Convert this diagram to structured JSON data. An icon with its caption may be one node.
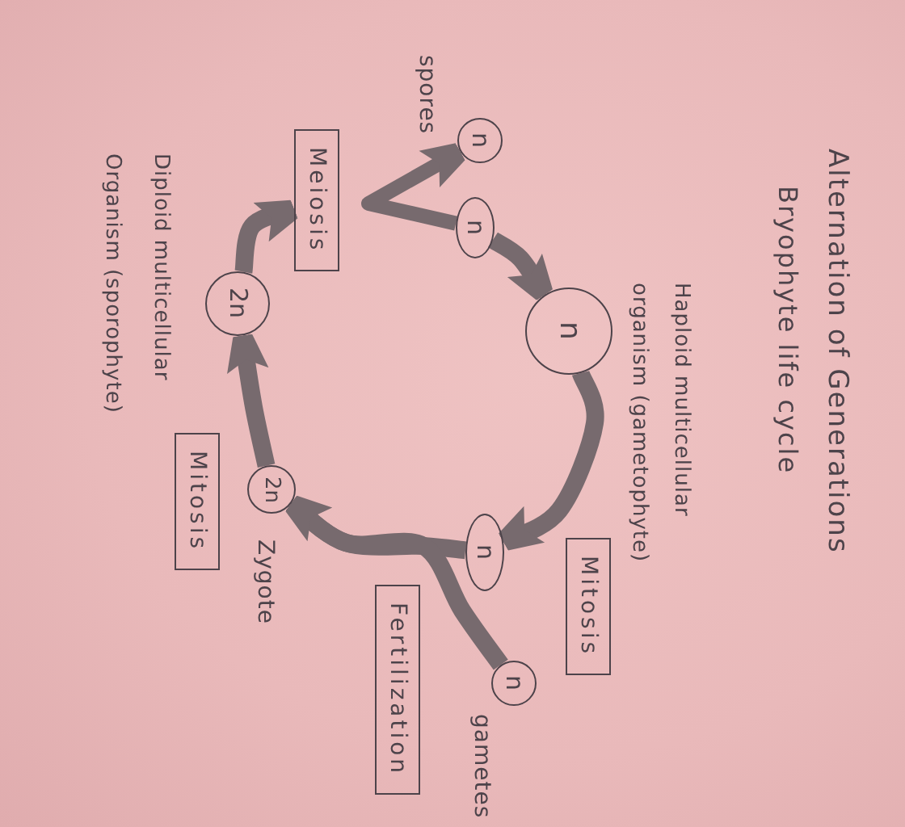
{
  "diagram": {
    "title": "Alternation of Generations",
    "nodes": [
      {
        "text": [
          "n"
        ],
        "beside": [
          "spores"
        ]
      },
      {
        "text": [
          "n"
        ]
      },
      {
        "text": [
          "n"
        ],
        "beside": [
          "Haploid multicellular organism (gametophyte)"
        ]
      },
      {
        "text": [
          "Mitosis"
        ]
      },
      {
        "text": [
          "n"
        ]
      },
      {
        "text": [
          "n"
        ],
        "beside": [
          "gametes"
        ]
      },
      {
        "text": [
          "Fertilization"
        ]
      },
      {
        "text": [
          "2n"
        ],
        "beside": [
          "Zygote"
        ]
      },
      {
        "text": [
          "Mitosis"
        ]
      },
      {
        "text": [
          "2n"
        ],
        "beside": [
          "Diploid multicellular Organism (sporophyte)"
        ]
      },
      {
        "text": [
          "Meiosis"
        ]
      }
    ],
    "edges": [
      {
        "from": 1,
        "to": 0,
        "arrow": "to"
      },
      {
        "from": 1,
        "to": 2,
        "arrow": "to"
      },
      {
        "from": 2,
        "to": 4,
        "arrow": "to"
      },
      {
        "from": 4,
        "to": 7,
        "arrow": "none"
      },
      {
        "from": 5,
        "to": 7,
        "arrow": "to"
      },
      {
        "from": 7,
        "to": 9,
        "arrow": "to"
      },
      {
        "from": 9,
        "to": 10,
        "arrow": "to"
      }
    ],
    "labels": [
      "Bryophyte life cycle"
    ]
  }
}
